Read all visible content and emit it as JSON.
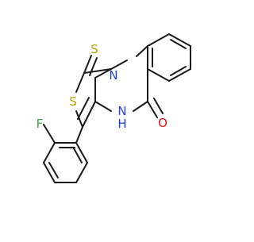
{
  "molecule": {
    "atom_labels": {
      "sulfur_thione": "S",
      "sulfur_ring": "S",
      "nitrogen_ring": "N",
      "nitrogen_amide": "N",
      "hydrogen_amide": "H",
      "oxygen": "O",
      "fluorine": "F"
    },
    "colors": {
      "bond": "#1a1a1a",
      "sulfur": "#b3a300",
      "nitrogen": "#1f3fd6",
      "oxygen": "#e01010",
      "fluorine": "#3aa63a"
    }
  }
}
